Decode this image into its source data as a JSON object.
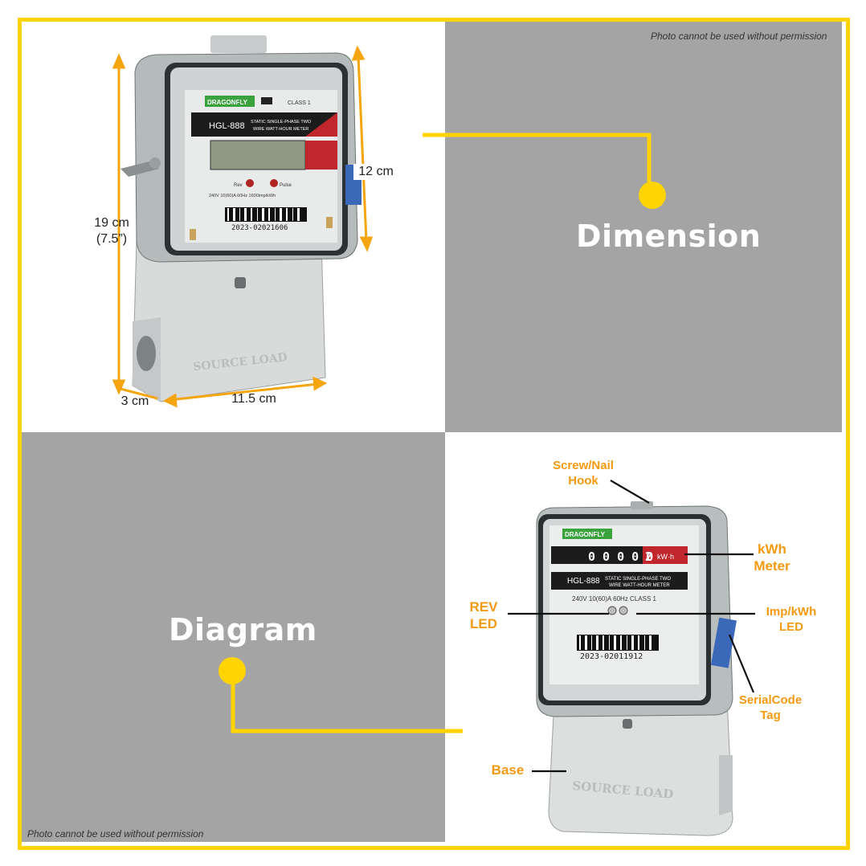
{
  "notes": {
    "top_right": "Photo cannot be used without permission",
    "bottom_left": "Photo cannot be used without permission"
  },
  "titles": {
    "dimension": "Dimension",
    "diagram": "Diagram"
  },
  "dimensions": {
    "height": "19 cm",
    "height_in": "(7.5”)",
    "width_top": "12 cm",
    "depth": "3 cm",
    "width_bottom": "11.5 cm"
  },
  "meter_top": {
    "brand": "DRAGONFLY",
    "class": "CLASS 1",
    "model": "HGL-888",
    "desc1": "STATIC SINGLE-PHASE TWO",
    "desc2": "WIRE WATT-HOUR METER",
    "rev": "Rev",
    "pulse": "Pulse",
    "specs": "240V   10(60)A   60Hz   1600imp/kWh",
    "serial": "2023-02021606",
    "base": "SOURCE   LOAD"
  },
  "meter_bottom": {
    "brand": "DRAGONFLY",
    "digits": "0 0 0 0 0",
    "last_digit": "2",
    "unit": "kW·h",
    "model": "HGL-888",
    "desc1": "STATIC SINGLE-PHASE TWO",
    "desc2": "WIRE WATT-HOUR METER",
    "specs": "240V   10(60)A   60Hz   CLASS 1",
    "serial": "2023-02011912",
    "base": "SOURCE   LOAD"
  },
  "callouts": {
    "screw_hook": [
      "Screw/Nail",
      "Hook"
    ],
    "kwh_meter": [
      "kWh",
      "Meter"
    ],
    "rev_led": [
      "REV",
      "LED"
    ],
    "imp_led": [
      "Imp/kWh",
      "LED"
    ],
    "serial_tag": [
      "SerialCode",
      "Tag"
    ],
    "base": "Base"
  },
  "colors": {
    "accent": "#ffd400",
    "orange": "#f39a12",
    "panel_gray": "#a5a4a4"
  }
}
